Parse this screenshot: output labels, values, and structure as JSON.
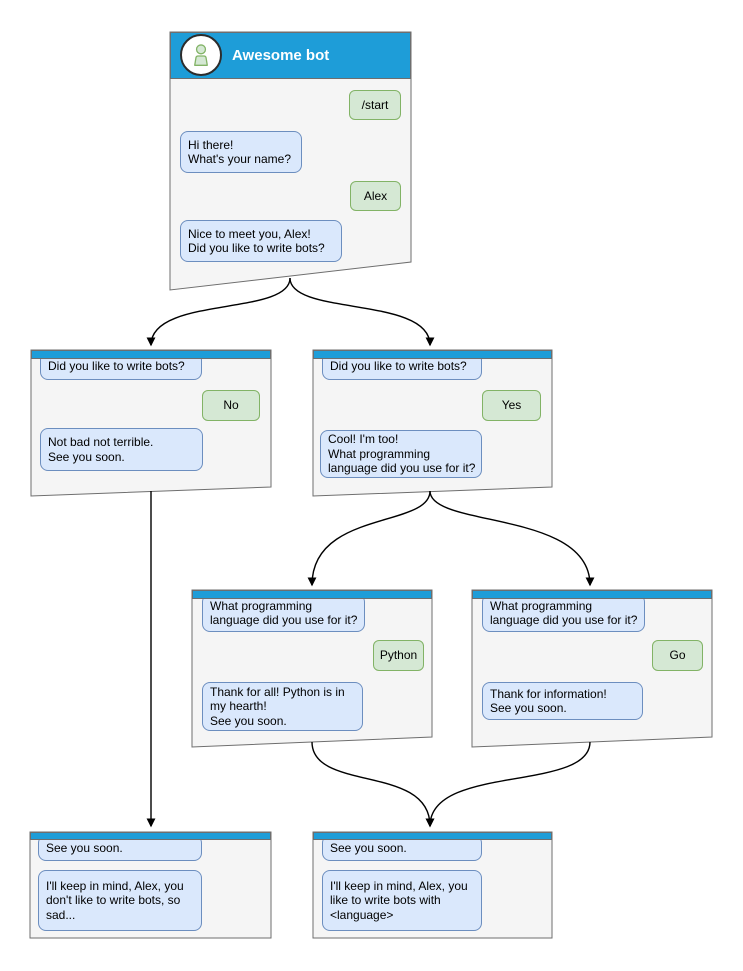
{
  "colors": {
    "header_blue": "#1e9dd8",
    "window_fill": "#f5f5f5",
    "window_border": "#6e6e6e",
    "bot_bubble_fill": "#dae8fc",
    "bot_bubble_border": "#6c8ebf",
    "user_bubble_fill": "#d5e8d4",
    "user_bubble_border": "#82b366",
    "arrow_color": "#000000"
  },
  "main_window": {
    "title": "Awesome bot",
    "avatar_icon": "person-icon",
    "messages": {
      "start_command": "/start",
      "greeting": "Hi there!\nWhat's your name?",
      "name_reply": "Alex",
      "nice_to_meet": "Nice to meet you, Alex!\nDid you like to write bots?"
    }
  },
  "branch_no": {
    "question": "Did you like to write bots?",
    "answer": "No",
    "bot_reply": "Not bad not terrible.\nSee you soon."
  },
  "branch_yes": {
    "question": "Did you like to write bots?",
    "answer": "Yes",
    "bot_reply": "Cool! I'm too!\nWhat programming\nlanguage did you use for it?"
  },
  "branch_python": {
    "question": "What programming\nlanguage did you use for it?",
    "answer": "Python",
    "bot_reply": "Thank for all! Python is in\nmy hearth!\nSee you soon."
  },
  "branch_go": {
    "question": "What programming\nlanguage did you use for it?",
    "answer": "Go",
    "bot_reply": "Thank for information!\nSee you soon."
  },
  "end_no": {
    "question": "See you soon.",
    "bot_reply": "I'll keep in mind, Alex, you\ndon't like to write bots, so\nsad..."
  },
  "end_yes": {
    "question": "See you soon.",
    "bot_reply": "I'll keep in mind, Alex, you\nlike to write bots with\n<language>"
  }
}
